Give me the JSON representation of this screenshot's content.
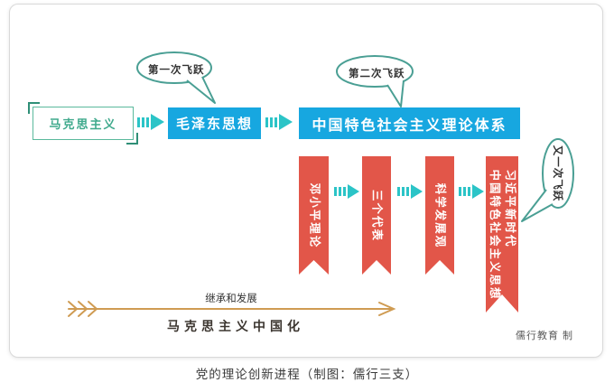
{
  "caption": "党的理论创新进程（制图：儒行三支）",
  "watermark": "儒行教育 制",
  "colors": {
    "blue_box": "#17a7e0",
    "red_banner": "#e25649",
    "teal_arrow": "#2bc4c7",
    "bubble_border": "#4a9f94",
    "green_box_border": "#5ab99c",
    "green_text": "#3fa98c",
    "orange_arrow": "#cf9b52"
  },
  "boxes": {
    "marxism": "马克思主义",
    "mao": "毛泽东思想",
    "system": "中国特色社会主义理论体系"
  },
  "bubbles": {
    "first": "第一次飞跃",
    "second": "第二次飞跃",
    "another": "又一次飞跃"
  },
  "banners": [
    {
      "lines": [
        "邓小平理论"
      ]
    },
    {
      "lines": [
        "三个代表"
      ]
    },
    {
      "lines": [
        "科学发展观"
      ]
    },
    {
      "lines": [
        "习近平新时代",
        "中国特色社会主义思想"
      ]
    }
  ],
  "bottom": {
    "above_arrow": "继承和发展",
    "below_arrow": "马克思主义中国化"
  }
}
